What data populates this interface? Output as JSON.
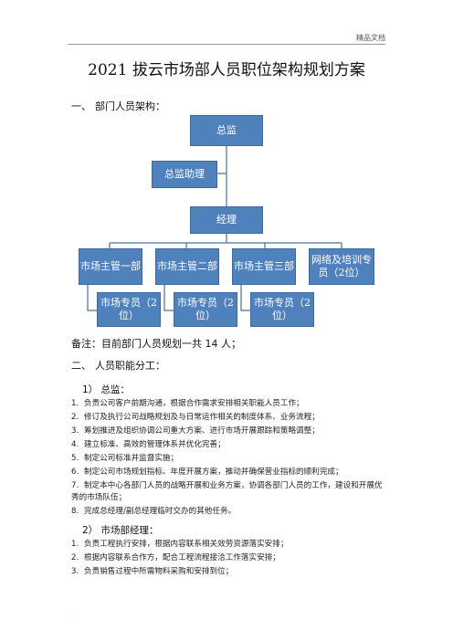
{
  "header": {
    "mark": "精品文档"
  },
  "title": "2021 拔云市场部人员职位架构规划方案",
  "section1": {
    "num": "一、",
    "label": "部门人员架构："
  },
  "org": {
    "director": "总监",
    "assistant": "总监助理",
    "manager": "经理",
    "supervisors": [
      "市场主管一部",
      "市场主管二部",
      "市场主管三部",
      "网络及培训专员（2位）"
    ],
    "specialists": [
      "市场专员（2位）",
      "市场专员（2位）",
      "市场专员（2位）"
    ]
  },
  "note": "备注：目前部门人员规划一共 14 人；",
  "section2": {
    "num": "二、",
    "label": "人员职能分工："
  },
  "duty1": {
    "heading": "1） 总监：",
    "items": [
      {
        "n": "1.",
        "text": "负责公司客户前期沟通，根据合作需求安排相关职能人员工作；"
      },
      {
        "n": "2.",
        "text": "修订及执行公司战略规划及与日常运作相关的制度体系、业务流程；"
      },
      {
        "n": "3.",
        "text": "筹划推进及组织协调公司重大方案、进行市场开展跟踪和策略调整；"
      },
      {
        "n": "4.",
        "text": "建立标准、高效的管理体系并优化完善；"
      },
      {
        "n": "5.",
        "text": "制定公司标准并监督实施；"
      },
      {
        "n": "6.",
        "text": "制定公司市场规划指标、年度开展方案，推动并确保营业指标的顺利完成；"
      },
      {
        "n": "7.",
        "text": "制定本中心各部门人员的战略开展和业务方案，协调各部门人员的工作，建设和开展优秀的市场队伍；"
      },
      {
        "n": "8.",
        "text": "完成总经理/副总经理临时交办的其他任务。"
      }
    ]
  },
  "duty2": {
    "heading": "2） 市场部经理：",
    "items": [
      {
        "n": "1.",
        "text": "负责工程执行安排，根据内容联系相关效劳资源落实安排；"
      },
      {
        "n": "2.",
        "text": "根据内容联系合作方，配合工程流程接洽工作落实安排；"
      },
      {
        "n": "3.",
        "text": "负责销售过程中所需物料采购和安排到位；"
      }
    ]
  },
  "footer": {
    "dot": "."
  }
}
